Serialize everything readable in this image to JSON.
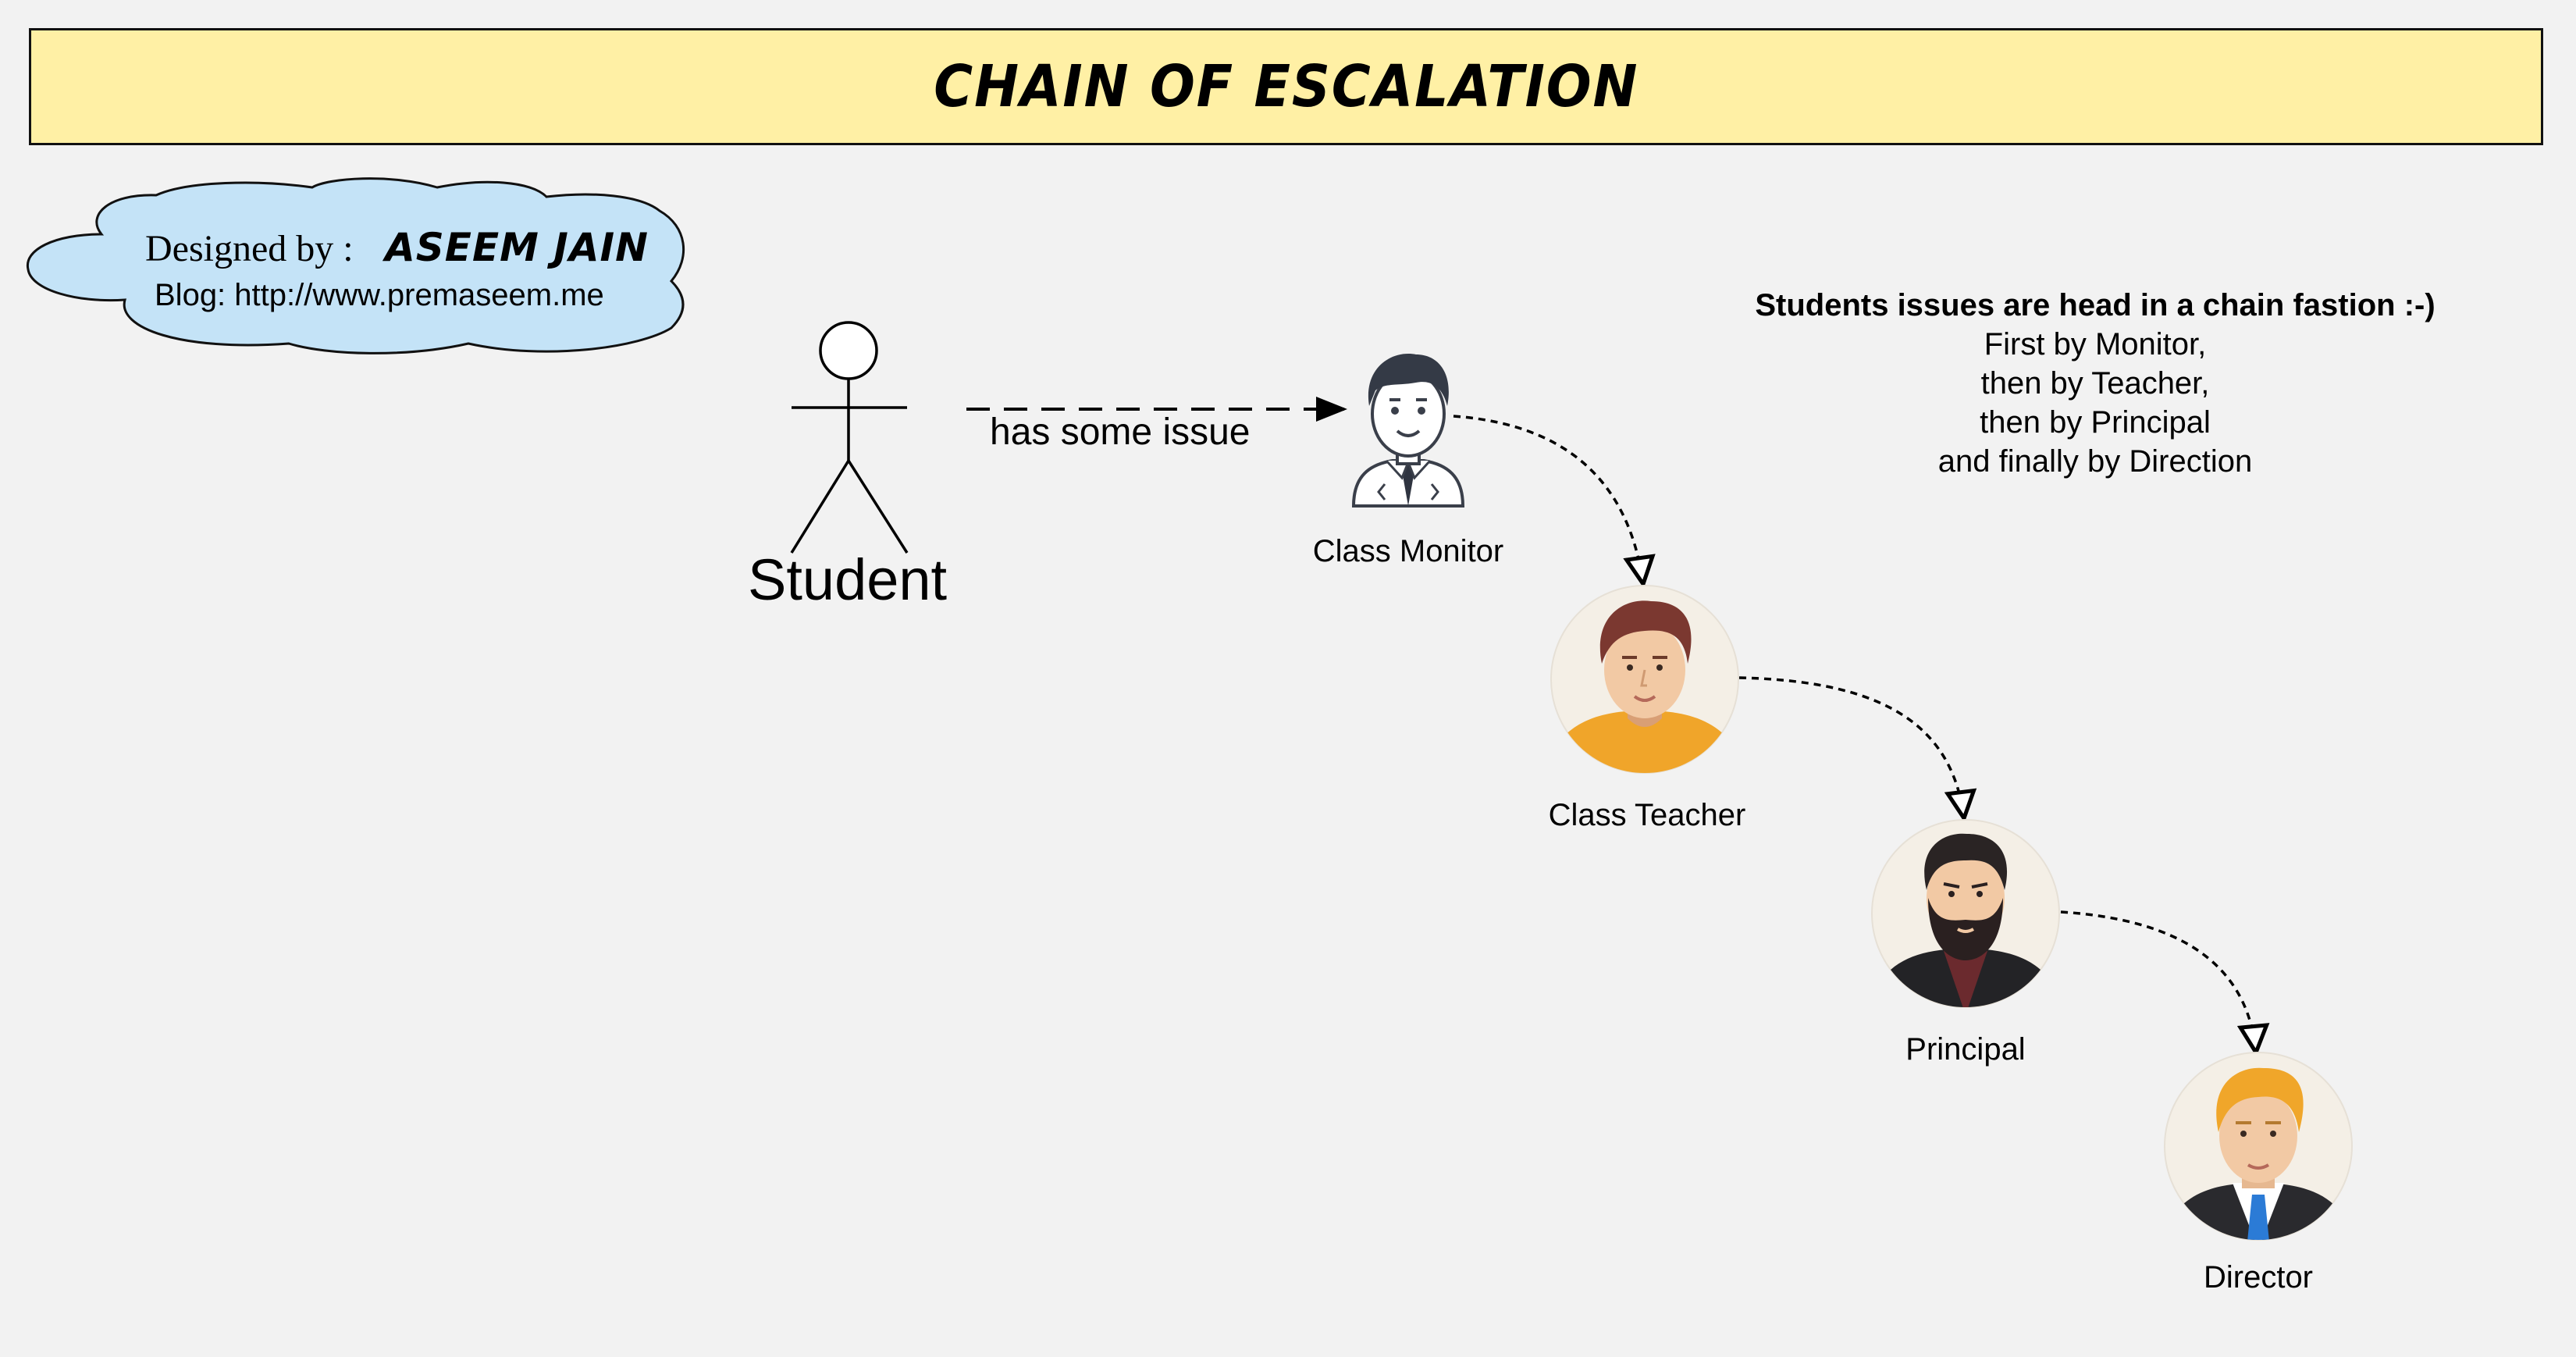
{
  "title": "CHAIN OF ESCALATION",
  "credit": {
    "designed_by_label": "Designed by :",
    "author": "ASEEM JAIN",
    "blog": "Blog: http://www.premaseem.me"
  },
  "actor": {
    "label": "Student"
  },
  "edge_label": "has some issue",
  "chain": [
    {
      "label": "Class Monitor",
      "icon": "boy-avatar-icon"
    },
    {
      "label": "Class Teacher",
      "icon": "man-avatar-icon"
    },
    {
      "label": "Principal",
      "icon": "bearded-man-avatar-icon"
    },
    {
      "label": "Director",
      "icon": "businessman-avatar-icon"
    }
  ],
  "note": {
    "heading": "Students issues are head in a chain fastion :-)",
    "lines": [
      "First by  Monitor,",
      "then by Teacher,",
      "then by Principal",
      "and finally by Direction"
    ]
  },
  "colors": {
    "background": "#f2f2f2",
    "title_fill": "#fff0a5",
    "cloud_fill": "#c4e3f7",
    "avatar_bg": "#f4efe6"
  }
}
